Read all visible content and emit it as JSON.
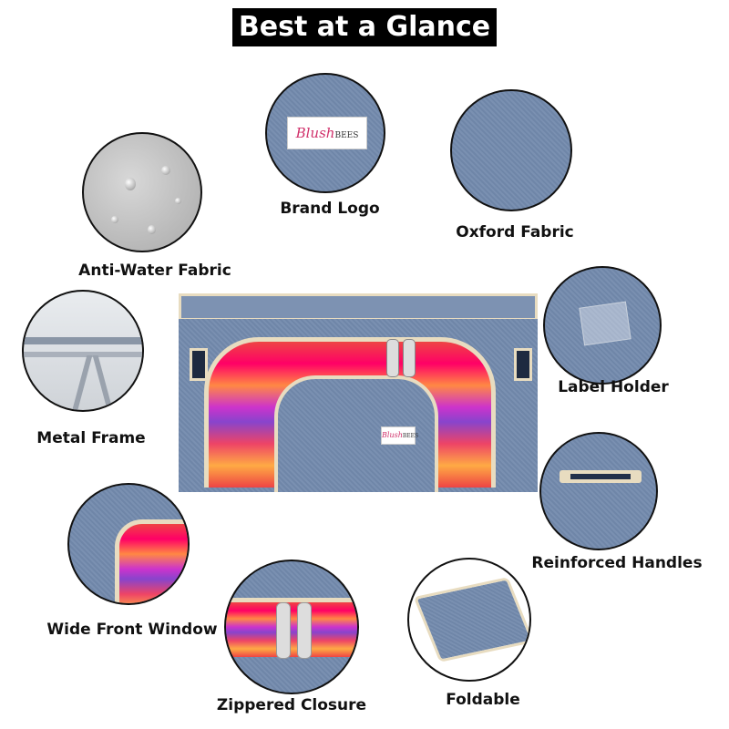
{
  "title": "Best at a Glance",
  "brand": {
    "script": "Blush",
    "caps": "BEES"
  },
  "features": [
    {
      "label": "Brand Logo"
    },
    {
      "label": "Oxford Fabric"
    },
    {
      "label": "Anti-Water Fabric"
    },
    {
      "label": "Metal Frame"
    },
    {
      "label": "Label Holder"
    },
    {
      "label": "Reinforced Handles"
    },
    {
      "label": "Wide Front Window"
    },
    {
      "label": "Zippered Closure"
    },
    {
      "label": "Foldable"
    }
  ],
  "colors": {
    "fabric": "#7088aa",
    "trim": "#e8dcc0",
    "title_bg": "#000000"
  }
}
